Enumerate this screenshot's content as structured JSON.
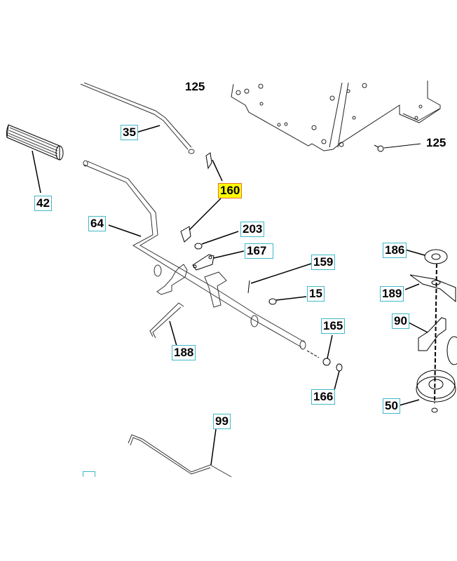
{
  "diagram": {
    "type": "exploded-parts-diagram",
    "colors": {
      "callout_border": "#3fb8c8",
      "highlight_fill": "#ffff00",
      "highlight_border": "#e0703a",
      "line": "#000000"
    },
    "callouts": [
      {
        "id": "125a",
        "label": "125",
        "boxed": false,
        "highlighted": false
      },
      {
        "id": "125b",
        "label": "125",
        "boxed": false,
        "highlighted": false
      },
      {
        "id": "35",
        "label": "35",
        "boxed": true,
        "highlighted": false
      },
      {
        "id": "42",
        "label": "42",
        "boxed": true,
        "highlighted": false
      },
      {
        "id": "160",
        "label": "160",
        "boxed": true,
        "highlighted": true
      },
      {
        "id": "64",
        "label": "64",
        "boxed": true,
        "highlighted": false
      },
      {
        "id": "203",
        "label": "203",
        "boxed": true,
        "highlighted": false
      },
      {
        "id": "167",
        "label": "167",
        "boxed": true,
        "highlighted": false
      },
      {
        "id": "159",
        "label": "159",
        "boxed": true,
        "highlighted": false
      },
      {
        "id": "15",
        "label": "15",
        "boxed": true,
        "highlighted": false
      },
      {
        "id": "186",
        "label": "186",
        "boxed": true,
        "highlighted": false
      },
      {
        "id": "189",
        "label": "189",
        "boxed": true,
        "highlighted": false
      },
      {
        "id": "90",
        "label": "90",
        "boxed": true,
        "highlighted": false
      },
      {
        "id": "165",
        "label": "165",
        "boxed": true,
        "highlighted": false
      },
      {
        "id": "188",
        "label": "188",
        "boxed": true,
        "highlighted": false
      },
      {
        "id": "166",
        "label": "166",
        "boxed": true,
        "highlighted": false
      },
      {
        "id": "50",
        "label": "50",
        "boxed": true,
        "highlighted": false
      },
      {
        "id": "99",
        "label": "99",
        "boxed": true,
        "highlighted": false
      },
      {
        "id": "cut",
        "label": "",
        "boxed": true,
        "highlighted": false
      }
    ]
  }
}
